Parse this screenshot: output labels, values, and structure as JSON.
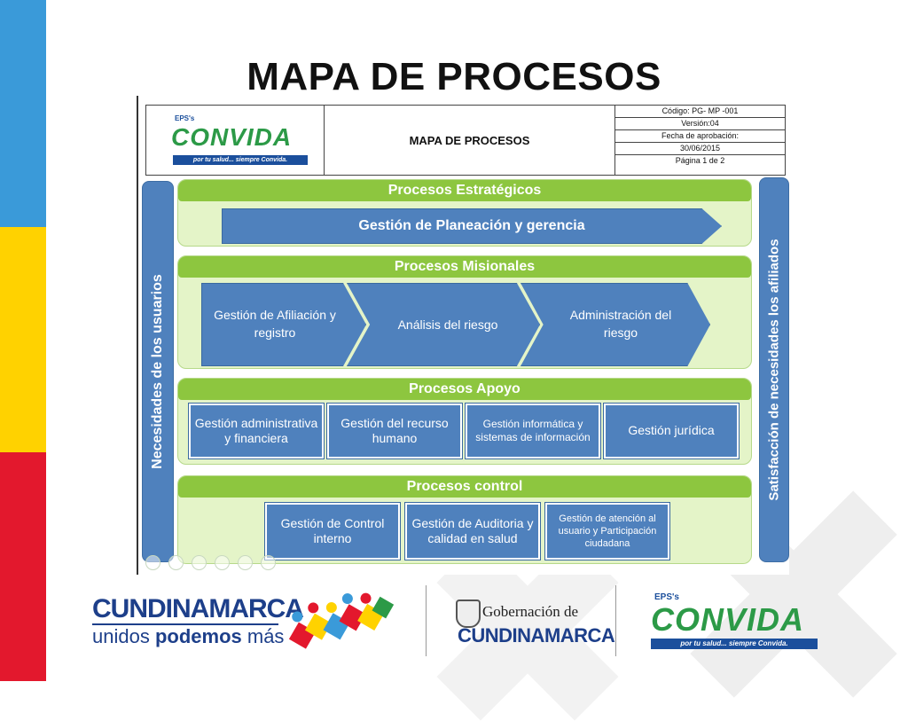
{
  "slide": {
    "title": "MAPA DE PROCESOS"
  },
  "header": {
    "logo_top": "EPS's",
    "logo_main": "CONVIDA",
    "logo_tagline": "por tu salud... siempre Convida.",
    "doc_title": "MAPA DE PROCESOS",
    "meta": [
      "Código: PG- MP -001",
      "Versión:04",
      "Fecha de aprobación:",
      "30/06/2015",
      "Página 1 de 2"
    ]
  },
  "side": {
    "left": "Necesidades de los usuarios",
    "right": "Satisfacción de necesidades los afiliados"
  },
  "sections": {
    "estrategicos": {
      "title": "Procesos Estratégicos",
      "items": [
        "Gestión de Planeación y gerencia"
      ]
    },
    "misionales": {
      "title": "Procesos Misionales",
      "items": [
        "Gestión de Afiliación y registro",
        "Análisis del riesgo",
        "Administración del riesgo"
      ]
    },
    "apoyo": {
      "title": "Procesos Apoyo",
      "items": [
        "Gestión administrativa y financiera",
        "Gestión del recurso humano",
        "Gestión informática y sistemas de información",
        "Gestión jurídica"
      ]
    },
    "control": {
      "title": "Procesos  control",
      "items": [
        "Gestión de Control interno",
        "Gestión de Auditoria y calidad en salud",
        "Gestión de atención al usuario y Participación ciudadana"
      ]
    }
  },
  "footer": {
    "cund_name": "CUNDINAMARCA",
    "cund_slogan_a": "unidos ",
    "cund_slogan_b": "podemos",
    "cund_slogan_c": " más",
    "gob_top": "Gobernación de",
    "gob_bottom": "CUNDINAMARCA",
    "convida_top": "EPS's",
    "convida_main": "CONVIDA",
    "convida_tagline": "por tu salud... siempre Convida."
  },
  "colors": {
    "blue": "#4f81bd",
    "green_head": "#8dc63f",
    "green_bg": "#e4f4c8",
    "stripe_blue": "#3a9ad9",
    "stripe_yellow": "#ffd200",
    "stripe_red": "#e3182d"
  }
}
